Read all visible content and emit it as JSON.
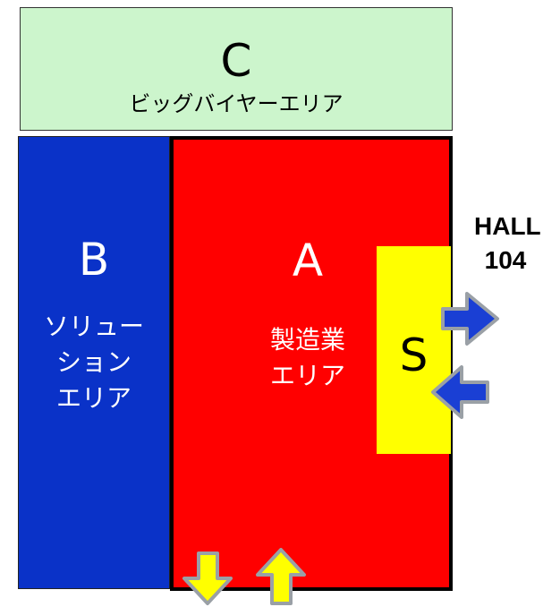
{
  "zones": {
    "c": {
      "letter": "C",
      "label": "ビッグバイヤーエリア",
      "color": "#ccf5cc"
    },
    "b": {
      "letter": "B",
      "label": "ソリュー\nション\nエリア",
      "color": "#0a32c8"
    },
    "a": {
      "letter": "A",
      "label": "製造業\nエリア",
      "color": "#ff0000"
    },
    "s": {
      "letter": "S",
      "color": "#ffff00"
    }
  },
  "hall": {
    "line1": "HALL",
    "line2": "104"
  },
  "arrows": {
    "right_side": [
      {
        "icon": "arrow-right-icon",
        "color": "#1a3fd4"
      },
      {
        "icon": "arrow-left-icon",
        "color": "#1a3fd4"
      }
    ],
    "bottom": [
      {
        "icon": "arrow-down-icon",
        "color": "#ffff00"
      },
      {
        "icon": "arrow-up-icon",
        "color": "#ffff00"
      }
    ]
  }
}
